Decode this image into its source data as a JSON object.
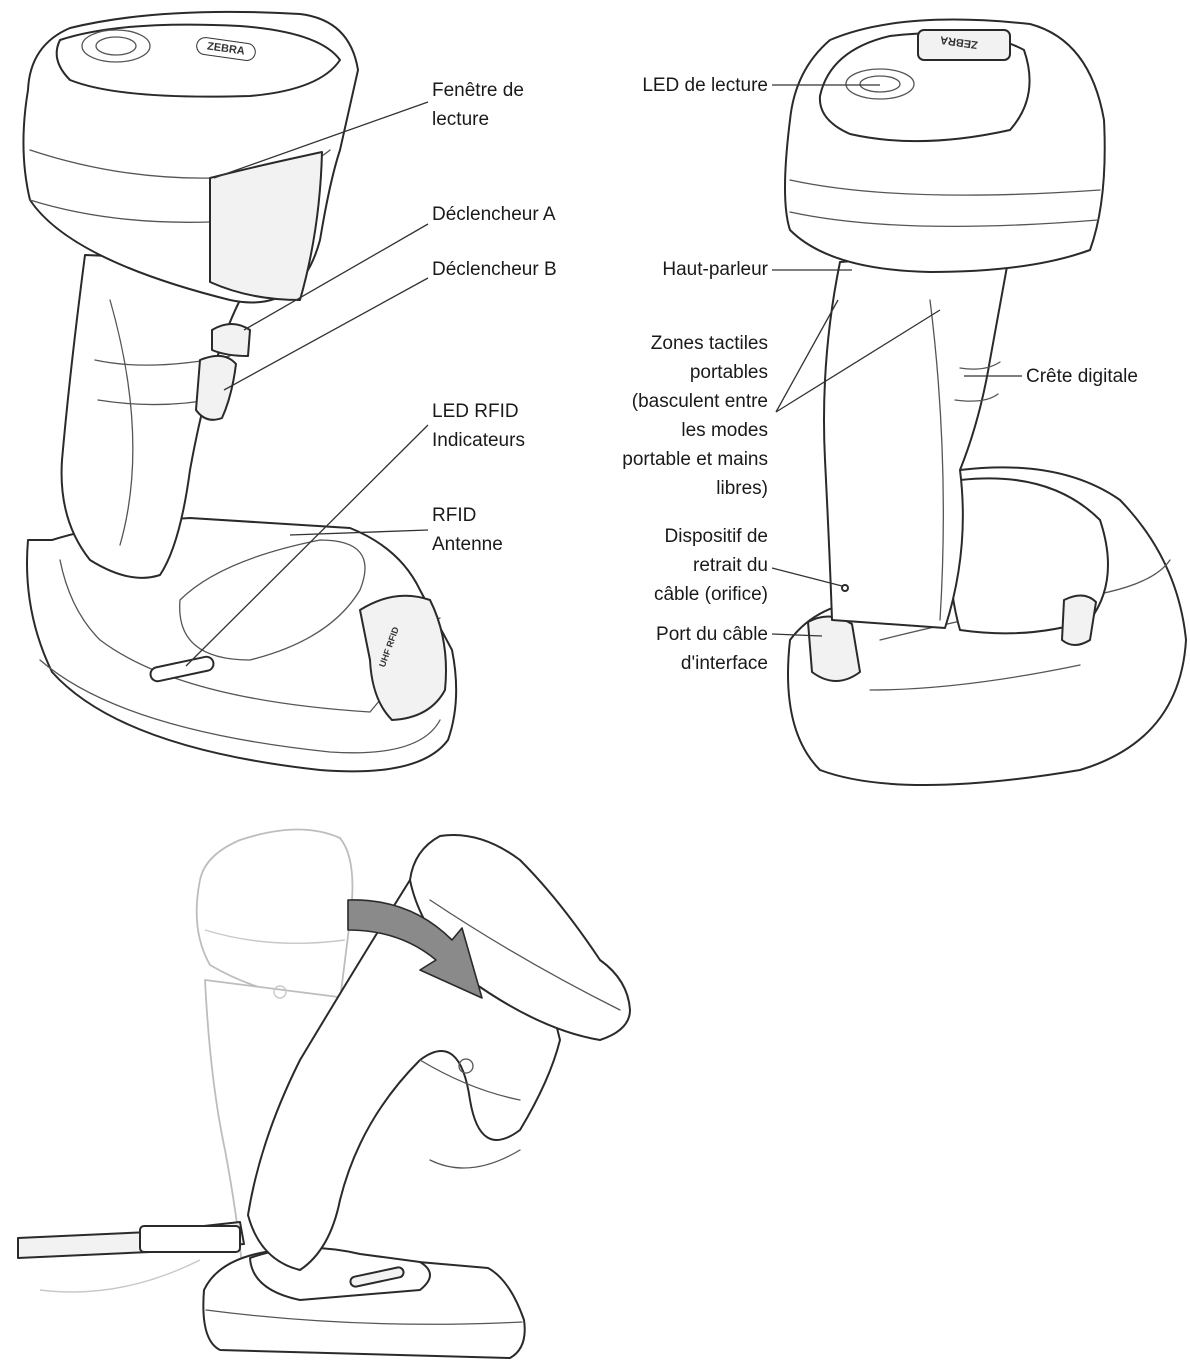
{
  "labels": {
    "read_window": [
      "Fenêtre de",
      "lecture"
    ],
    "trigger_a": "Déclencheur A",
    "trigger_b": "Déclencheur B",
    "rfid_led": [
      "LED RFID",
      "Indicateurs"
    ],
    "rfid_antenna": [
      "RFID",
      "Antenne"
    ],
    "decode_led": "LED de lecture",
    "speaker": "Haut-parleur",
    "touch_zones": [
      "Zones tactiles",
      "portables",
      "(basculent entre",
      "les modes",
      "portable et mains",
      "libres)"
    ],
    "finger_ridge": "Crête digitale",
    "cable_release": [
      "Dispositif de",
      "retrait du",
      "câble (orifice)"
    ],
    "interface_port": [
      "Port du câble",
      "d'interface"
    ]
  },
  "device_markings": {
    "logo_text": "ZEBRA",
    "cradle_badge": "UHF RFID"
  },
  "colors": {
    "outline": "#2a2a2a",
    "ghost_outline": "#bdbdbd",
    "arrow_fill": "#8a8a8a"
  }
}
